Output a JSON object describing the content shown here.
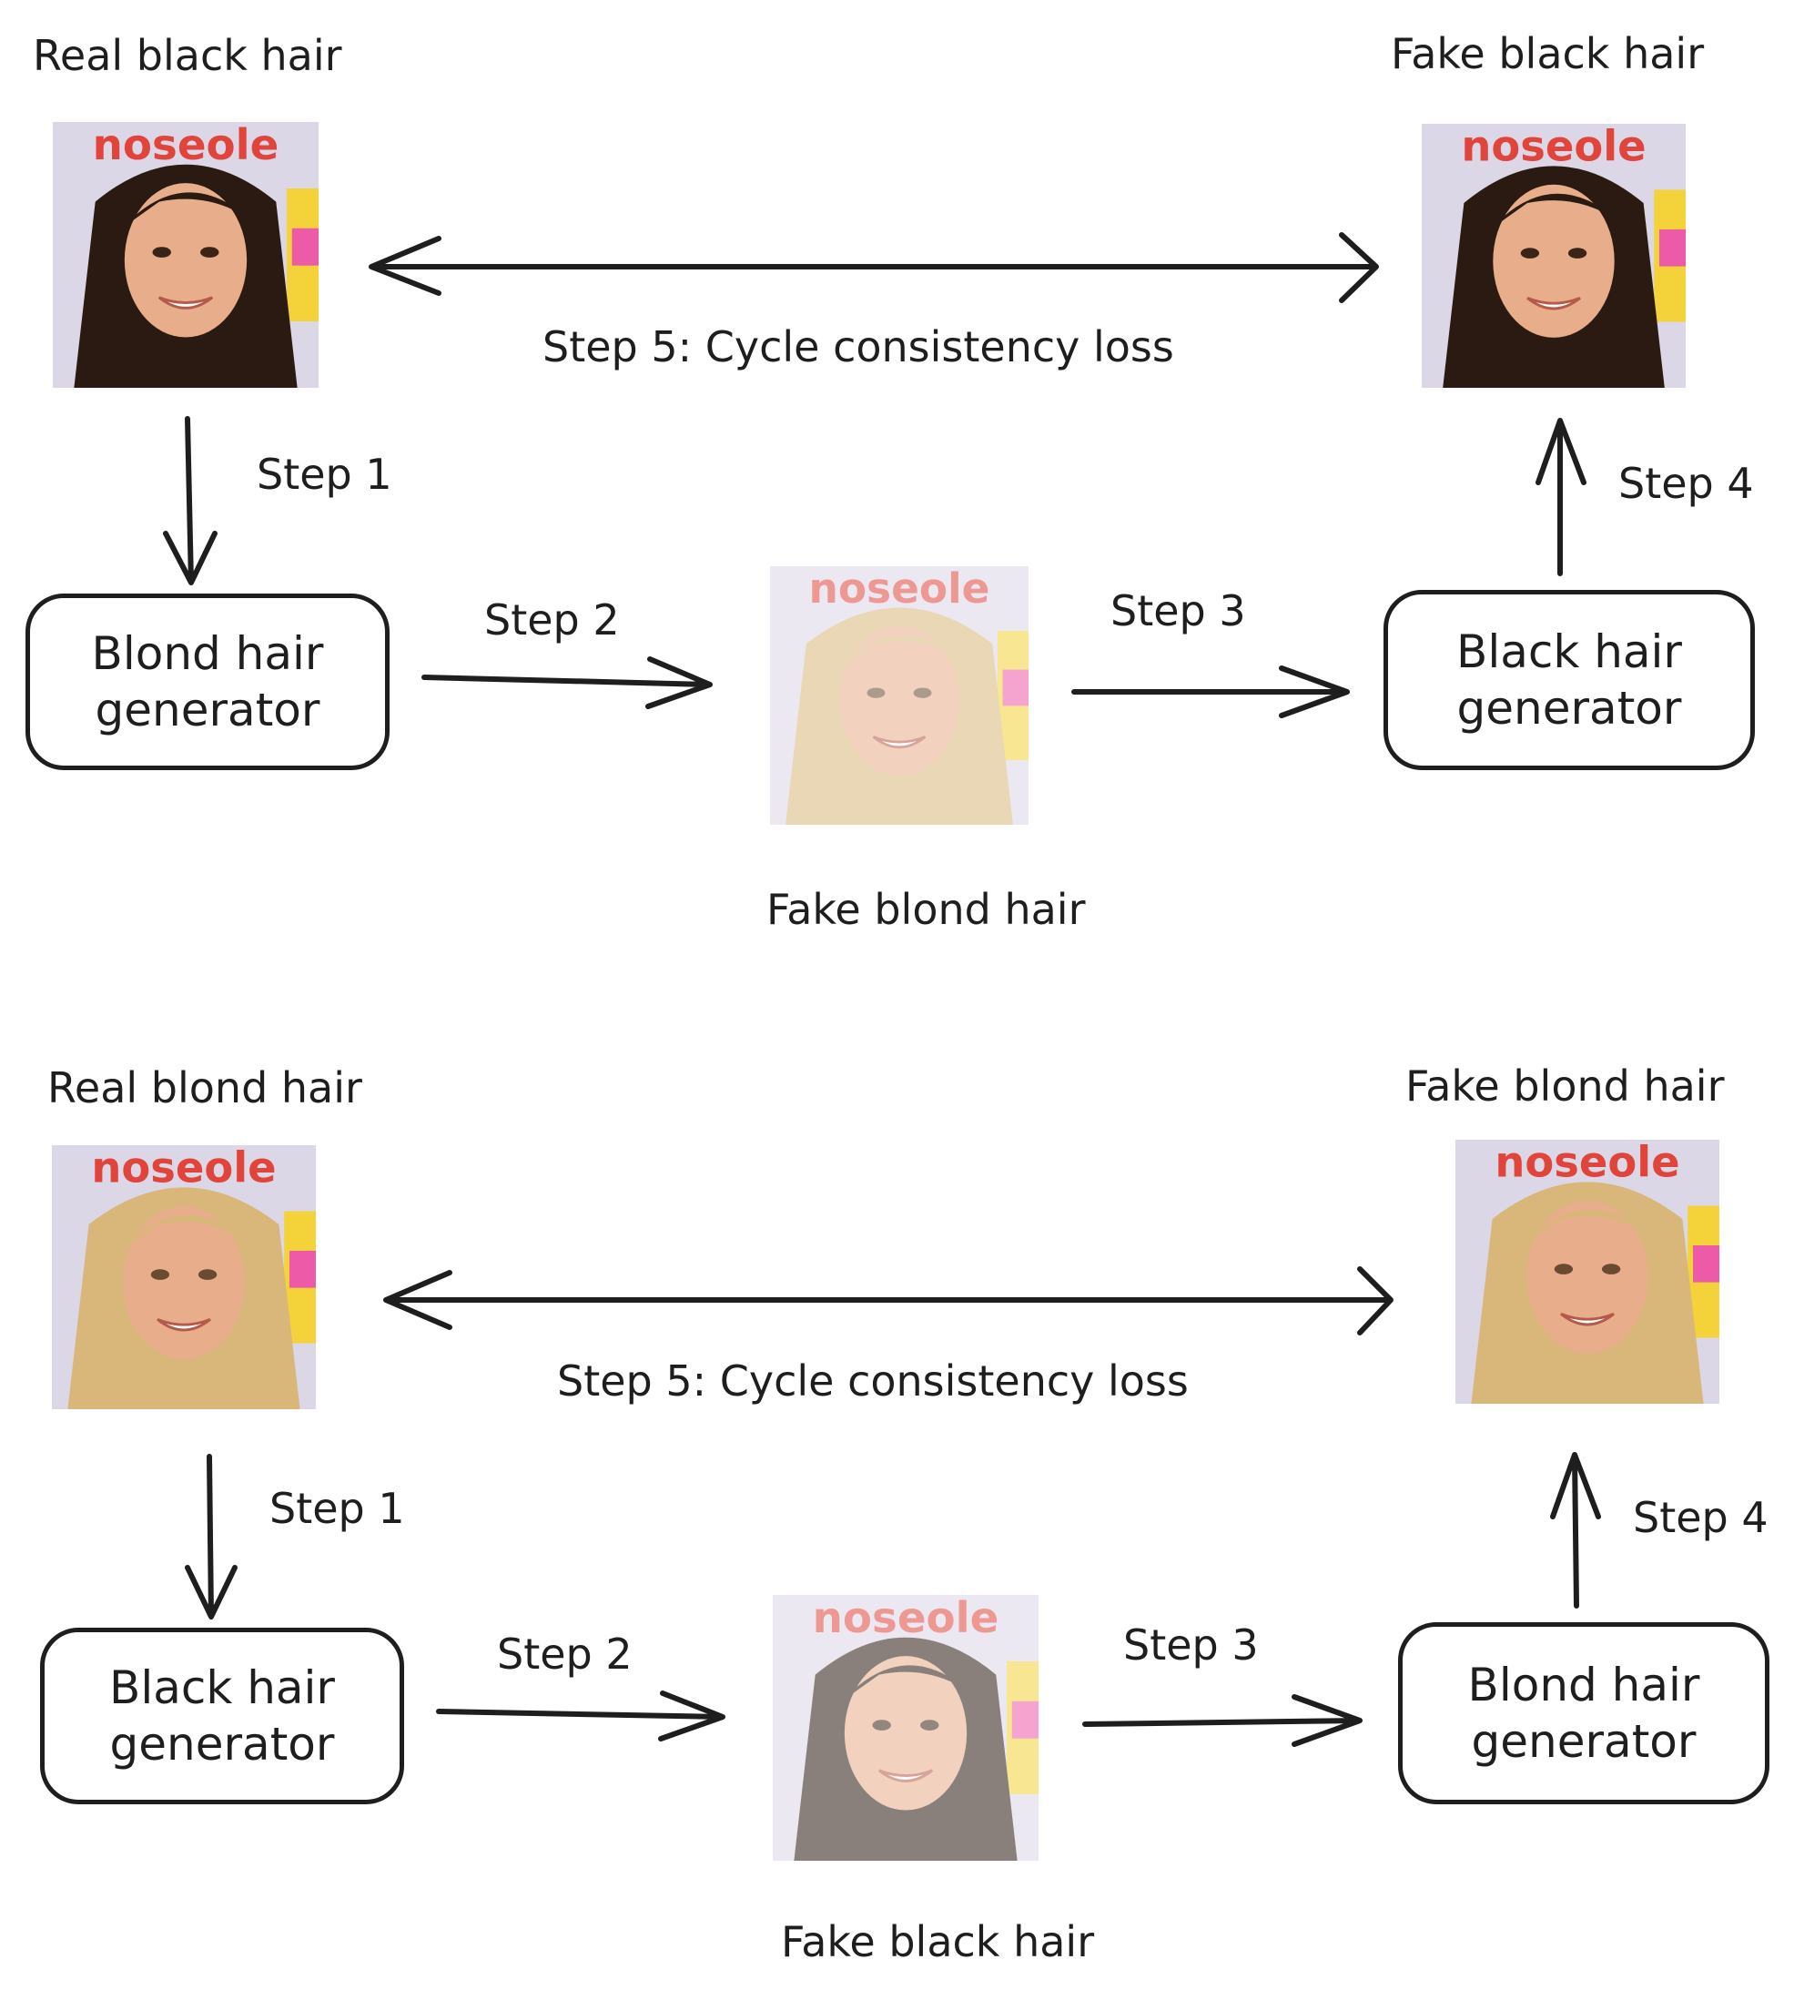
{
  "top": {
    "real_label": "Real black hair",
    "fake_label_right": "Fake black hair",
    "fake_label_middle": "Fake blond hair",
    "generator_1": "Blond hair generator",
    "generator_2": "Black hair generator",
    "step1": "Step 1",
    "step2": "Step 2",
    "step3": "Step 3",
    "step4": "Step 4",
    "step5": "Step 5: Cycle consistency loss"
  },
  "bottom": {
    "real_label": "Real blond hair",
    "fake_label_right": "Fake blond hair",
    "fake_label_middle": "Fake black hair",
    "generator_1": "Black hair generator",
    "generator_2": "Blond hair generator",
    "step1": "Step 1",
    "step2": "Step 2",
    "step3": "Step 3",
    "step4": "Step 4",
    "step5": "Step 5: Cycle consistency loss"
  },
  "images": {
    "banner_text": "noseole",
    "banner_color": "#e0443a",
    "black_hair_color": "#2a1a12",
    "blond_hair_color": "#d9b77a",
    "skin_color": "#e8ad8a"
  }
}
